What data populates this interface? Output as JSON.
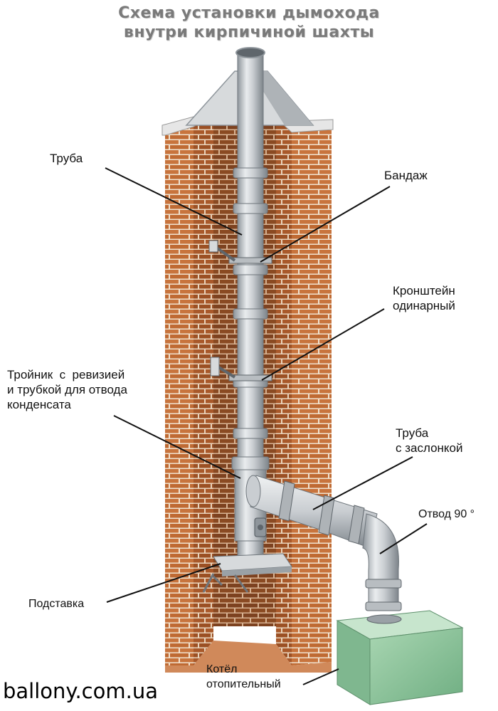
{
  "title": {
    "line1": "Схема установки дымохода",
    "line2": "внутри кирпичиной шахты"
  },
  "labels": {
    "truba": "Труба",
    "bandazh": "Бандаж",
    "kronshtein": [
      "Кронштейн",
      "одинарный"
    ],
    "troynik": [
      "Тройник  с  ревизией",
      "и трубкой для отвода",
      "конденсата"
    ],
    "truba_zaslonka": [
      "Труба",
      "с заслонкой"
    ],
    "otvod": "Отвод 90 °",
    "podstavka": "Подставка",
    "kotel": [
      "Котёл",
      "отопительный"
    ]
  },
  "watermark": "ballony.com.ua",
  "colors": {
    "brick": "#c8743d",
    "brick_dark": "#8a4a22",
    "mortar": "#f1e2cf",
    "steel": "#c9cdd1",
    "steel_dark": "#8e959b",
    "boiler": "#9dcaa6",
    "cap": "#e6e6e6"
  }
}
